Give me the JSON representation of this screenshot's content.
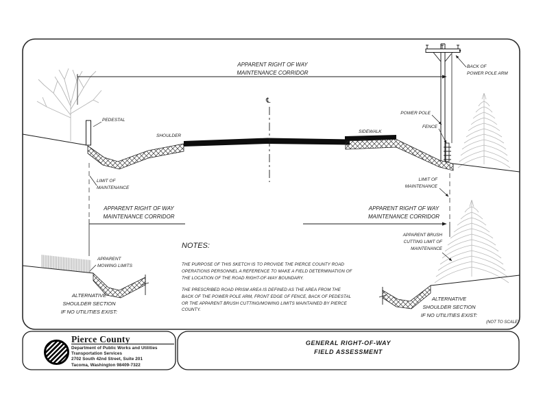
{
  "section": {
    "top_corridor": "APPARENT RIGHT OF WAY\nMAINTENANCE CORRIDOR",
    "centerline_symbol": "℄",
    "pedestal": "PEDESTAL",
    "shoulder": "SHOULDER",
    "sidewalk": "SIDEWALK",
    "back_of_power_pole_arm": "BACK OF\nPOWER POLE ARM",
    "power_pole": "POWER POLE",
    "fence": "FENCE",
    "limit_of_maintenance_left": "LIMIT OF\nMAINTENANCE",
    "limit_of_maintenance_right": "LIMIT OF\nMAINTENANCE",
    "corridor_left": "APPARENT RIGHT OF WAY\nMAINTENANCE CORRIDOR",
    "corridor_right": "APPARENT RIGHT OF WAY\nMAINTENANCE CORRIDOR",
    "brush_cutting_limit": "APPARENT BRUSH\nCUTTING LIMIT OF\nMAINTENANCE"
  },
  "alt_sections": {
    "mowing_limits": "APPARENT\nMOWING LIMITS",
    "left_caption": "ALTERNATIVE\nSHOULDER SECTION\nIF NO UTILITIES EXIST:",
    "right_caption": "ALTERNATIVE\nSHOULDER SECTION\nIF NO UTILITIES EXIST:",
    "not_to_scale": "(NOT TO SCALE)"
  },
  "notes": {
    "heading": "NOTES:",
    "para1": "THE PURPOSE OF THIS SKETCH IS TO PROVIDE THE PIERCE COUNTY ROAD\nOPERATIONS PERSONNEL A REFERENCE TO MAKE A FIELD DETERMINATION OF\nTHE LOCATION OF THE ROAD RIGHT-OF-WAY BOUNDARY.",
    "para2": "THE PRESCRIBED ROAD PRISM AREA IS DEFINED AS THE AREA FROM THE\nBACK OF THE POWER POLE ARM, FRONT EDGE OF FENCE, BACK OF PEDESTAL\nOR THE APPARENT BRUSH CUTTING/MOWING LIMITS MAINTAINED BY PIERCE\nCOUNTY."
  },
  "title_block": {
    "agency": "Pierce County",
    "department": "Department of Public Works and Utilities\nTransportation Services\n2702 South 42nd Street, Suite 201\nTacoma, Washington  98409-7322",
    "drawing_title": "GENERAL RIGHT-OF-WAY\nFIELD ASSESSMENT"
  },
  "colors": {
    "ink": "#1a1a1a",
    "tree_gray": "#b5b5b5",
    "dash_gray": "#9a9a9a"
  }
}
